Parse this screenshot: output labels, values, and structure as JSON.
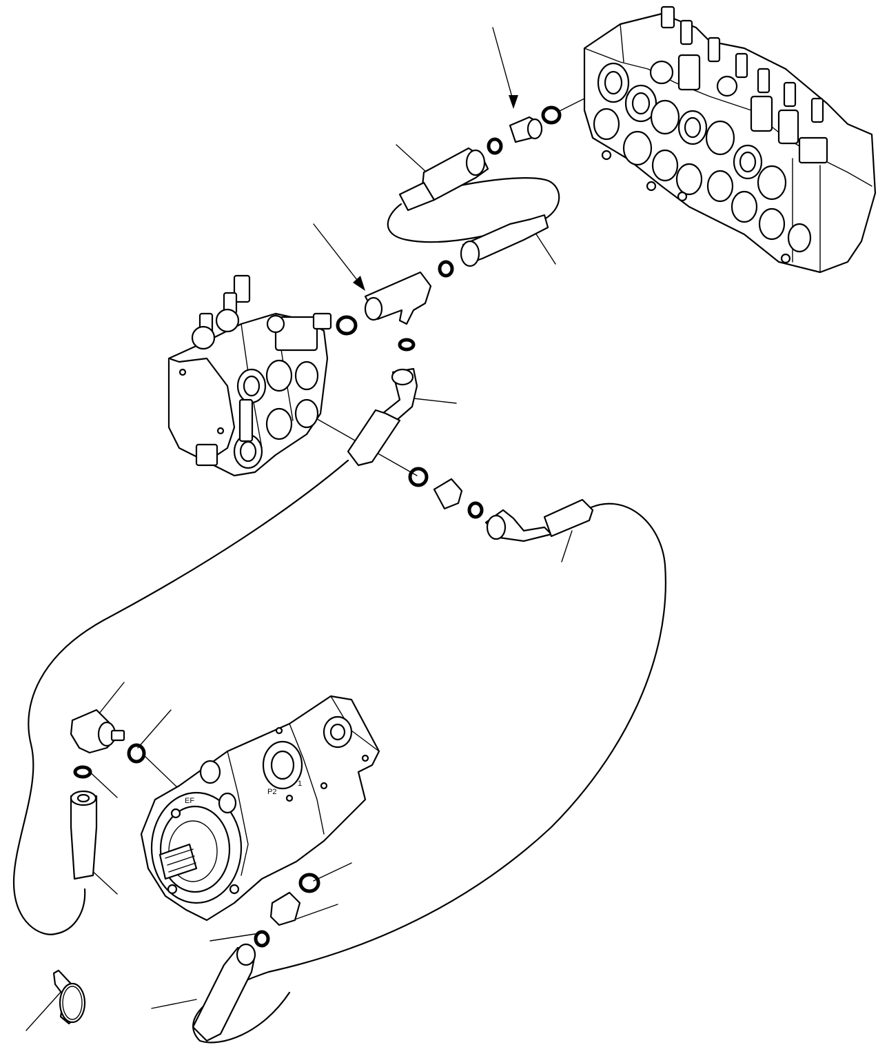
{
  "labels": {
    "pump_port_p2": "P2",
    "pump_port_ef": "EF",
    "pump_port_num": "1"
  }
}
